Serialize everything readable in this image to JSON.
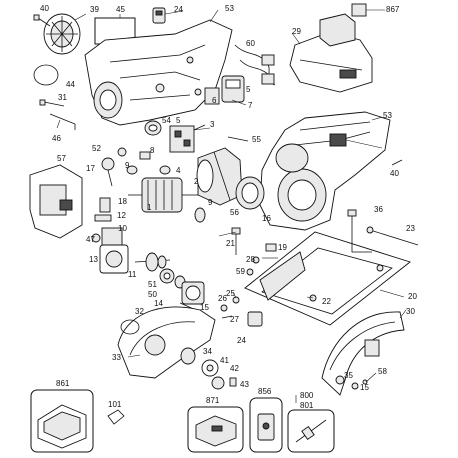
{
  "labels": {
    "l40a": "40",
    "l39": "39",
    "l45": "45",
    "l24a": "24",
    "l53a": "53",
    "l867": "867",
    "l29": "29",
    "l60": "60",
    "l44": "44",
    "l31": "31",
    "l5a": "5",
    "l6": "6",
    "l7": "7",
    "l46": "46",
    "l54": "54",
    "l5b": "5",
    "l3": "3",
    "l55": "55",
    "l53b": "53",
    "l52": "52",
    "l57": "57",
    "l17": "17",
    "l8": "8",
    "l9a": "9",
    "l4": "4",
    "l2": "2",
    "l40b": "40",
    "l18": "18",
    "l12": "12",
    "l1": "1",
    "l9b": "9",
    "l56": "56",
    "l16": "16",
    "l36": "36",
    "l23": "23",
    "l10": "10",
    "l47": "47",
    "l21": "21",
    "l19": "19",
    "l13": "13",
    "l28": "28",
    "l59": "59",
    "l11": "11",
    "l51": "51",
    "l50": "50",
    "l25": "25",
    "l22": "22",
    "l20": "20",
    "l14": "14",
    "l15a": "15",
    "l26": "26",
    "l27": "27",
    "l32": "32",
    "l24b": "24",
    "l30": "30",
    "l34": "34",
    "l33": "33",
    "l41": "41",
    "l42": "42",
    "l43": "43",
    "l58": "58",
    "l35": "35",
    "l15b": "15",
    "l861": "861",
    "l871": "871",
    "l856": "856",
    "l800": "800",
    "l801": "801",
    "l101": "101"
  }
}
